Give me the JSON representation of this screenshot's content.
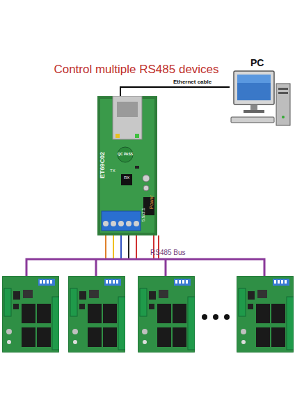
{
  "diagram": {
    "title": "Control multiple RS485 devices",
    "nodes": [
      {
        "text": [
          "PC"
        ]
      },
      {
        "text": [
          "ET69C02"
        ]
      }
    ],
    "edges": [
      {
        "from": 0,
        "to": 1,
        "arrow": "none",
        "label": "Ethernet cable"
      }
    ],
    "labels": [
      "QC PASS",
      "TX",
      "RX",
      "Power",
      "5.5x2.1",
      "RS485 Bus"
    ]
  }
}
